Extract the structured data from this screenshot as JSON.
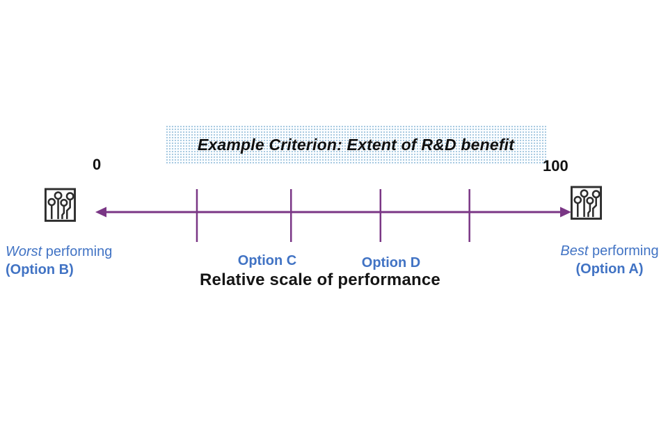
{
  "diagram": {
    "title": "Example Criterion: Extent of R&D benefit",
    "axis": {
      "min_label": "0",
      "max_label": "100",
      "range": [
        0,
        100
      ],
      "caption": "Relative scale of performance",
      "tick_values": [
        20.8,
        40.9,
        60.0,
        79.0
      ]
    },
    "options_on_scale": [
      {
        "label": "Option C",
        "approx_value": 36
      },
      {
        "label": "Option D",
        "approx_value": 62
      }
    ],
    "endpoints": {
      "left": {
        "qualifier": "Worst",
        "descriptor": " performing",
        "option": "(Option B)"
      },
      "right": {
        "qualifier": "Best",
        "descriptor": " performing",
        "option": "(Option A)"
      }
    },
    "icons": {
      "left": "circuit-chip-icon",
      "right": "circuit-chip-icon"
    },
    "colors": {
      "scale_line": "#7A3685",
      "accent_text": "#4173C4",
      "title_text": "#101010",
      "caption_text": "#151515",
      "title_box_dot": "#A6C9E0"
    }
  }
}
